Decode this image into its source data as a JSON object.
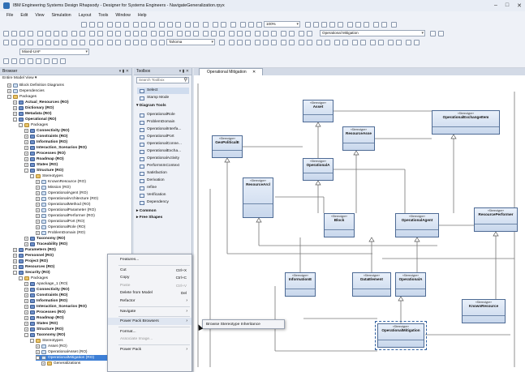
{
  "window": {
    "title": "IBM Engineering Systems Design Rhapsody - Designer for Systems Engineers - NavigateGeneralization.rpyx"
  },
  "menubar": [
    "File",
    "Edit",
    "View",
    "Simulation",
    "Layout",
    "Tools",
    "Window",
    "Help"
  ],
  "toolbar": {
    "zoom": "100%",
    "stereotype_combo": "Operational Mitigation",
    "font_combo": "Tahoma",
    "profile_combo": "Mixed-UAF"
  },
  "browser": {
    "title": "Browser",
    "filter": "Entire Model View",
    "tree": [
      {
        "label": "Block Definition Diagrams",
        "indent": 1,
        "exp": "+",
        "icon": "st",
        "bold": false
      },
      {
        "label": "Dependencies",
        "indent": 1,
        "exp": "+",
        "icon": "st",
        "bold": false
      },
      {
        "label": "Packages",
        "indent": 1,
        "exp": "-",
        "icon": "pkg",
        "bold": false
      },
      {
        "label": "Actual_Resources (RO)",
        "indent": 2,
        "exp": "+",
        "icon": "pkgb",
        "bold": true
      },
      {
        "label": "Dictionary (RO)",
        "indent": 2,
        "exp": "+",
        "icon": "pkgb",
        "bold": true
      },
      {
        "label": "Metadata (RO)",
        "indent": 2,
        "exp": "+",
        "icon": "pkgb",
        "bold": true
      },
      {
        "label": "Operational (RO)",
        "indent": 2,
        "exp": "-",
        "icon": "pkgb",
        "bold": true
      },
      {
        "label": "Packages",
        "indent": 3,
        "exp": "-",
        "icon": "pkg",
        "bold": false
      },
      {
        "label": "Connectivity (RO)",
        "indent": 4,
        "exp": "+",
        "icon": "pkgb",
        "bold": true
      },
      {
        "label": "Constraints (RO)",
        "indent": 4,
        "exp": "+",
        "icon": "pkgb",
        "bold": true
      },
      {
        "label": "Information (RO)",
        "indent": 4,
        "exp": "+",
        "icon": "pkgb",
        "bold": true
      },
      {
        "label": "Interaction_Scenarios (RO)",
        "indent": 4,
        "exp": "+",
        "icon": "pkgb",
        "bold": true
      },
      {
        "label": "Processes (RO)",
        "indent": 4,
        "exp": "+",
        "icon": "pkgb",
        "bold": true
      },
      {
        "label": "Roadmap (RO)",
        "indent": 4,
        "exp": "+",
        "icon": "pkgb",
        "bold": true
      },
      {
        "label": "States (RO)",
        "indent": 4,
        "exp": "+",
        "icon": "pkgb",
        "bold": true
      },
      {
        "label": "Structure (RO)",
        "indent": 4,
        "exp": "-",
        "icon": "pkgb",
        "bold": true
      },
      {
        "label": "Stereotypes",
        "indent": 5,
        "exp": "-",
        "icon": "pkg",
        "bold": false
      },
      {
        "label": "KnownResource (RO)",
        "indent": 6,
        "exp": "+",
        "icon": "st",
        "bold": false
      },
      {
        "label": "Mission (RO)",
        "indent": 6,
        "exp": "+",
        "icon": "st",
        "bold": false
      },
      {
        "label": "OperationalAgent (RO)",
        "indent": 6,
        "exp": "+",
        "icon": "st",
        "bold": false
      },
      {
        "label": "OperationalArchitecture (RO)",
        "indent": 6,
        "exp": "+",
        "icon": "st",
        "bold": false
      },
      {
        "label": "OperationalMethod (RO)",
        "indent": 6,
        "exp": "+",
        "icon": "st",
        "bold": false
      },
      {
        "label": "OperationalParameter (RO)",
        "indent": 6,
        "exp": "+",
        "icon": "st",
        "bold": false
      },
      {
        "label": "OperationalPerformer (RO)",
        "indent": 6,
        "exp": "+",
        "icon": "st",
        "bold": false
      },
      {
        "label": "OperationalPort (RO)",
        "indent": 6,
        "exp": "+",
        "icon": "st",
        "bold": false
      },
      {
        "label": "OperationalRole (RO)",
        "indent": 6,
        "exp": "+",
        "icon": "st",
        "bold": false
      },
      {
        "label": "ProblemDomain (RO)",
        "indent": 6,
        "exp": "+",
        "icon": "st",
        "bold": false
      },
      {
        "label": "Taxonomy (RO)",
        "indent": 4,
        "exp": "+",
        "icon": "pkgb",
        "bold": true
      },
      {
        "label": "Traceability (RO)",
        "indent": 4,
        "exp": "+",
        "icon": "pkgb",
        "bold": true
      },
      {
        "label": "Parameters (RO)",
        "indent": 2,
        "exp": "+",
        "icon": "pkgb",
        "bold": true
      },
      {
        "label": "Personnel (RO)",
        "indent": 2,
        "exp": "+",
        "icon": "pkgb",
        "bold": true
      },
      {
        "label": "Project (RO)",
        "indent": 2,
        "exp": "+",
        "icon": "pkgb",
        "bold": true
      },
      {
        "label": "Resources (RO)",
        "indent": 2,
        "exp": "+",
        "icon": "pkgb",
        "bold": true
      },
      {
        "label": "Security (RO)",
        "indent": 2,
        "exp": "-",
        "icon": "pkgb",
        "bold": true
      },
      {
        "label": "Packages",
        "indent": 3,
        "exp": "-",
        "icon": "pkg",
        "bold": false
      },
      {
        "label": "Apackage_1 (RO)",
        "indent": 4,
        "exp": "+",
        "icon": "pkgb",
        "bold": false
      },
      {
        "label": "Connectivity (RO)",
        "indent": 4,
        "exp": "+",
        "icon": "pkgb",
        "bold": true
      },
      {
        "label": "Constraints (RO)",
        "indent": 4,
        "exp": "+",
        "icon": "pkgb",
        "bold": true
      },
      {
        "label": "Information (RO)",
        "indent": 4,
        "exp": "+",
        "icon": "pkgb",
        "bold": true
      },
      {
        "label": "Interaction_Scenarios (RO)",
        "indent": 4,
        "exp": "+",
        "icon": "pkgb",
        "bold": true
      },
      {
        "label": "Processes (RO)",
        "indent": 4,
        "exp": "+",
        "icon": "pkgb",
        "bold": true
      },
      {
        "label": "Roadmap (RO)",
        "indent": 4,
        "exp": "+",
        "icon": "pkgb",
        "bold": true
      },
      {
        "label": "States (RO)",
        "indent": 4,
        "exp": "+",
        "icon": "pkgb",
        "bold": true
      },
      {
        "label": "Structure (RO)",
        "indent": 4,
        "exp": "+",
        "icon": "pkgb",
        "bold": true
      },
      {
        "label": "Taxonomy (RO)",
        "indent": 4,
        "exp": "-",
        "icon": "pkgb",
        "bold": true
      },
      {
        "label": "Stereotypes",
        "indent": 5,
        "exp": "-",
        "icon": "pkg",
        "bold": false
      },
      {
        "label": "Asset (RO)",
        "indent": 6,
        "exp": "+",
        "icon": "st",
        "bold": false
      },
      {
        "label": "OperationalAsset (RO)",
        "indent": 6,
        "exp": "+",
        "icon": "st",
        "bold": false
      },
      {
        "label": "OperationalMitigation (RO)",
        "indent": 6,
        "exp": "-",
        "icon": "st",
        "bold": false,
        "selected": true
      },
      {
        "label": "Generalizations",
        "indent": 7,
        "exp": "+",
        "icon": "pkg",
        "bold": false
      }
    ]
  },
  "toolbox": {
    "title": "Toolbox",
    "search_placeholder": "Search Toolbox",
    "top_items": [
      "Select",
      "Stamp Mode"
    ],
    "section_diagram": "Diagram Tools",
    "items": [
      "OperationalRole",
      "ProblemDomain",
      "OperationalInterfa...",
      "OperationalPort",
      "OperationalConne...",
      "OperationalExcha...",
      "OperationalActivity",
      "PerformsInContext",
      "Satisfaction",
      "Derivation",
      "refine",
      "Verification",
      "Dependency"
    ],
    "section_common": "Common",
    "section_free": "Free Shapes"
  },
  "diagram": {
    "tab_label": "Operational Mitigation",
    "stereotype_label": "«Stereotype»",
    "blocks": [
      "Asset",
      "OperationalExchangeItem",
      "GeoPoliticalE",
      "ResourceAsse",
      "OperationalA",
      "ResourceArcl",
      "Block",
      "OperationalAgent",
      "ResourcePerformer",
      "InformationE",
      "DataElement",
      "OperationalA",
      "KnownResource",
      "OperationalMitigation"
    ]
  },
  "context_menu": {
    "items": [
      {
        "label": "Features...",
        "shortcut": "",
        "disabled": false,
        "arrow": false
      },
      {
        "sep": true
      },
      {
        "label": "Cut",
        "shortcut": "Ctrl+X",
        "disabled": false,
        "arrow": false
      },
      {
        "label": "Copy",
        "shortcut": "Ctrl+C",
        "disabled": false,
        "arrow": false
      },
      {
        "label": "Paste",
        "shortcut": "Ctrl+V",
        "disabled": true,
        "arrow": false
      },
      {
        "label": "Delete from Model",
        "shortcut": "Del",
        "disabled": false,
        "arrow": false
      },
      {
        "label": "Refactor",
        "shortcut": "",
        "disabled": false,
        "arrow": true
      },
      {
        "sep": true
      },
      {
        "label": "Navigate",
        "shortcut": "",
        "disabled": false,
        "arrow": true
      },
      {
        "sep": true
      },
      {
        "label": "Power Pack Browsers",
        "shortcut": "",
        "disabled": false,
        "arrow": true,
        "highlight": true
      },
      {
        "sep": true
      },
      {
        "label": "Format...",
        "shortcut": "",
        "disabled": false,
        "arrow": false
      },
      {
        "label": "Associate Image...",
        "shortcut": "",
        "disabled": true,
        "arrow": false
      },
      {
        "sep": true
      },
      {
        "label": "Power Pack",
        "shortcut": "",
        "disabled": false,
        "arrow": true
      }
    ],
    "submenu_item": "Browse Stereotype Inheritance"
  }
}
